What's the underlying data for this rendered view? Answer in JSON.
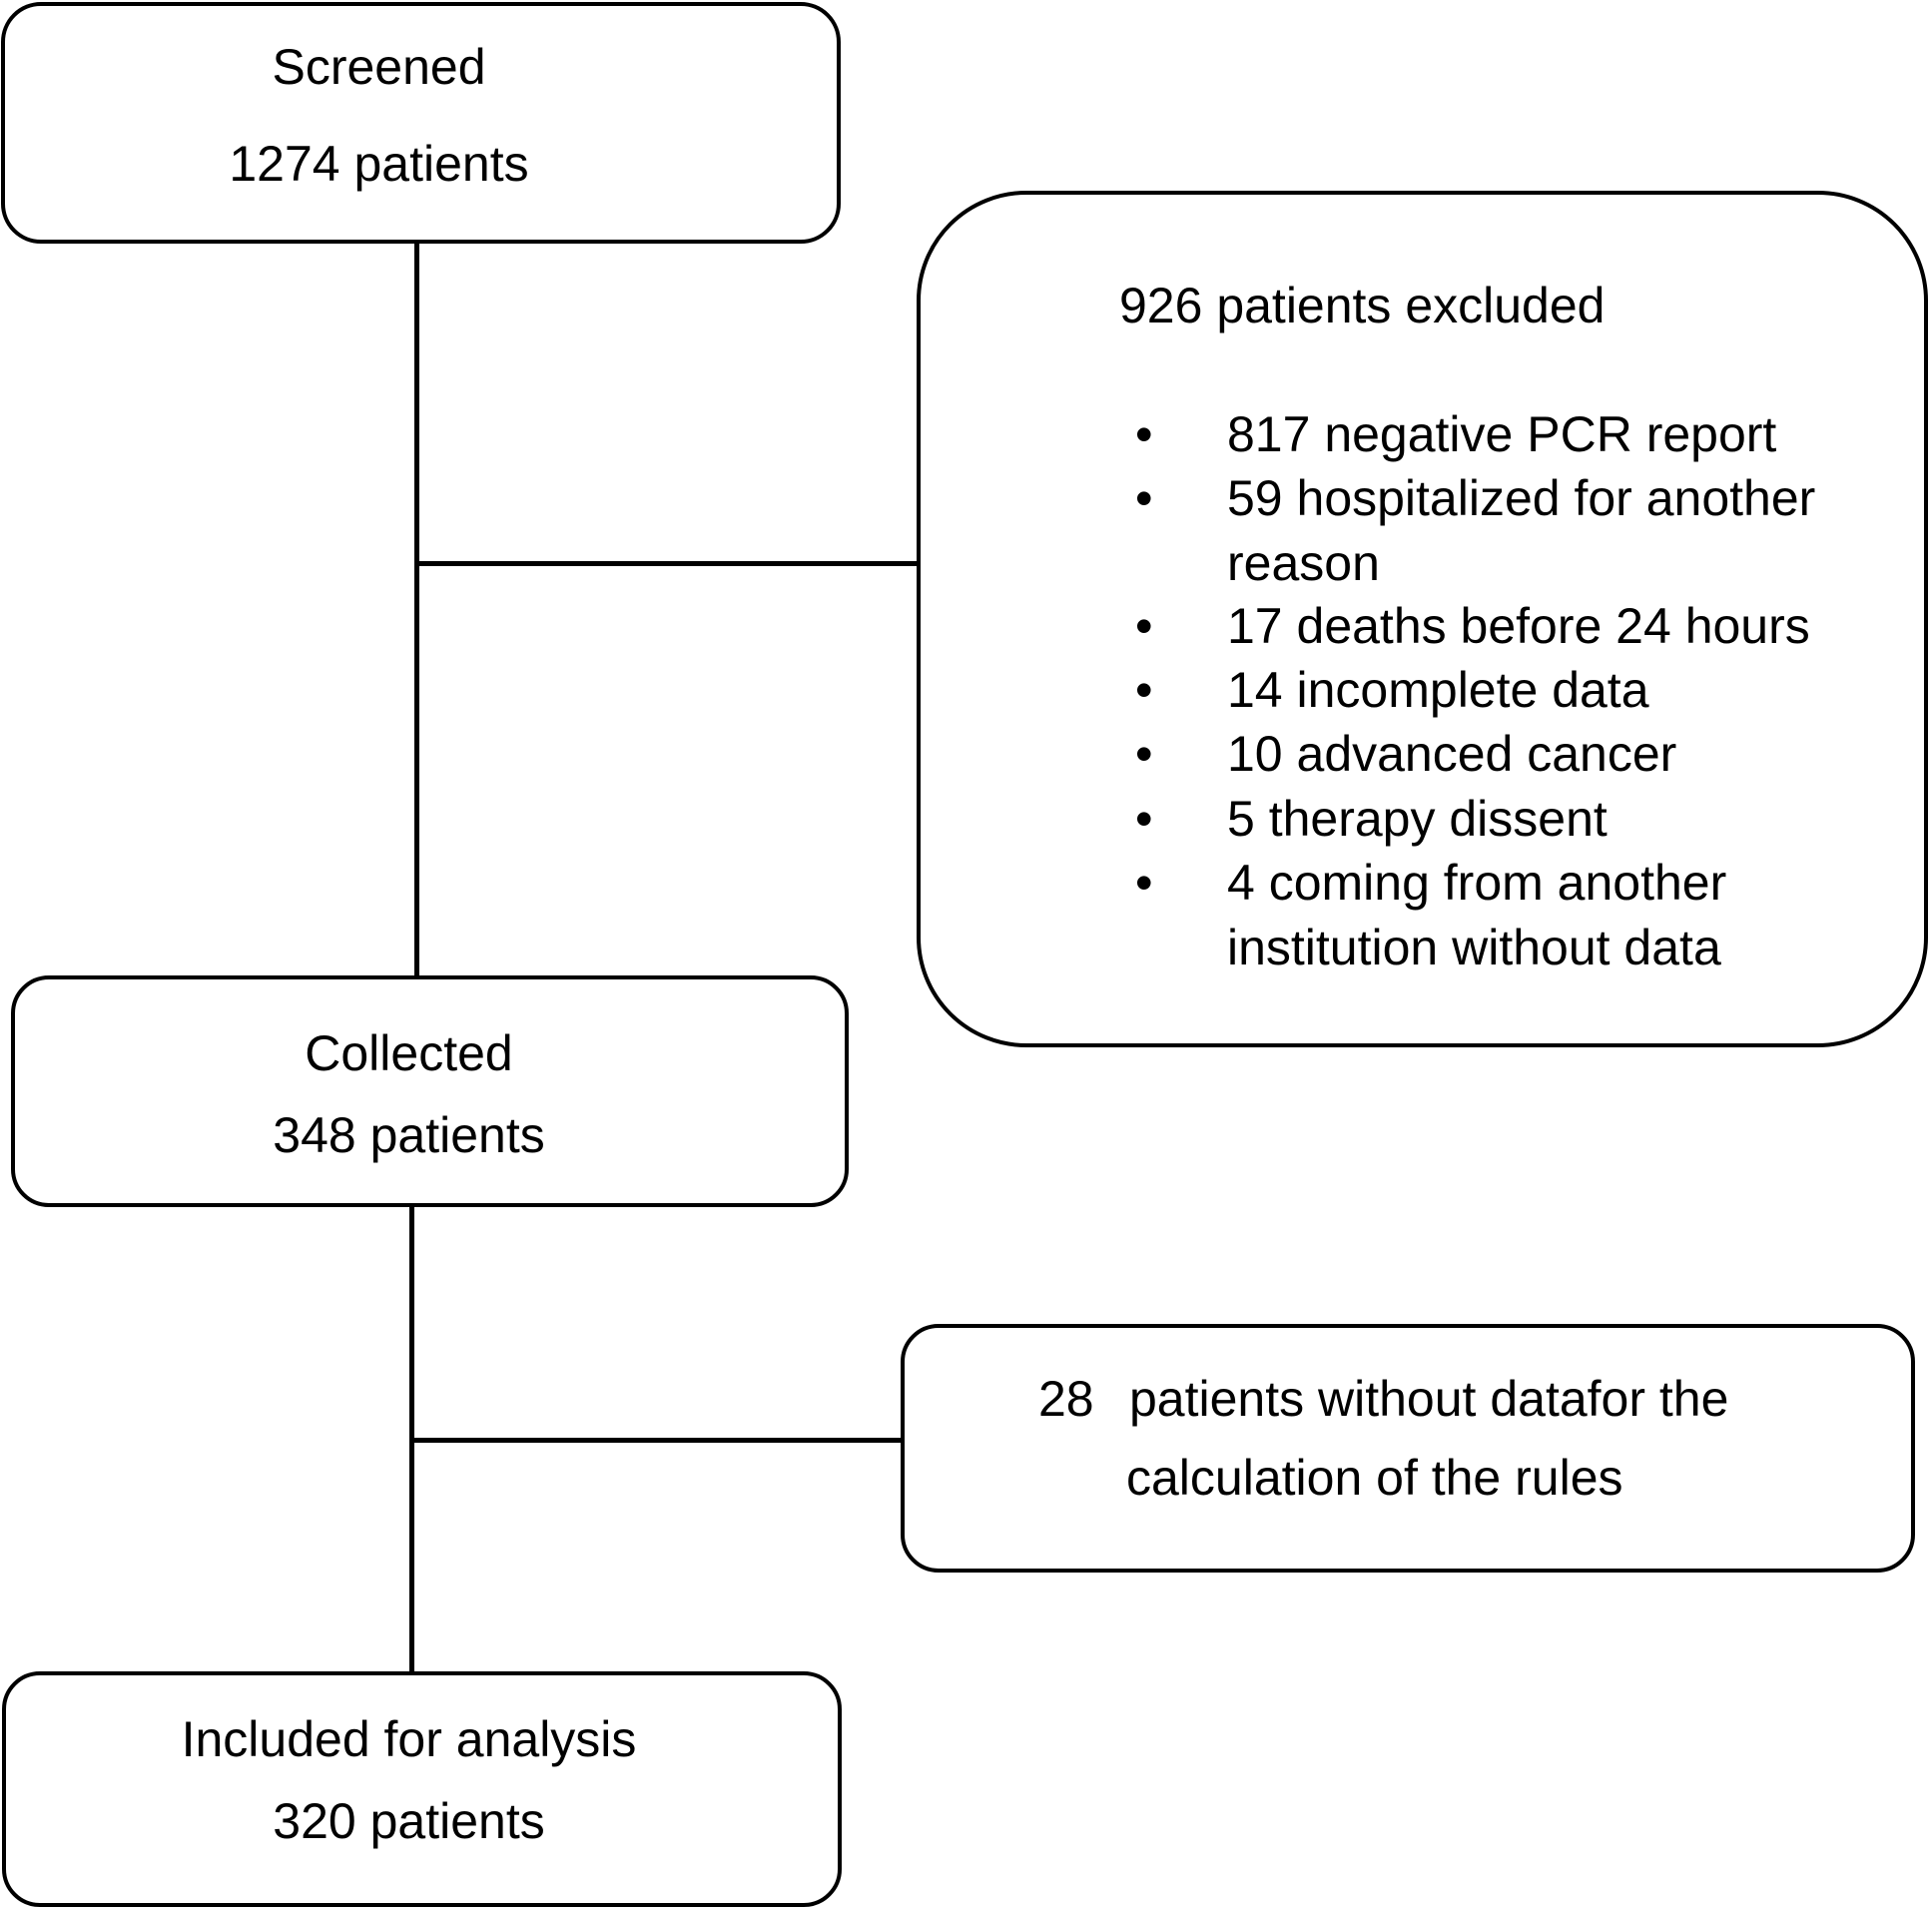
{
  "screened": {
    "title": "Screened",
    "count": "1274 patients"
  },
  "excluded": {
    "title": "926 patients excluded",
    "bullet_symbol": "•",
    "items": [
      {
        "line1": "817 negative PCR report",
        "line2": ""
      },
      {
        "line1": "59 hospitalized for another",
        "line2": "reason"
      },
      {
        "line1": "17 deaths before 24 hours",
        "line2": ""
      },
      {
        "line1": "14 incomplete data",
        "line2": ""
      },
      {
        "line1": "10 advanced cancer",
        "line2": ""
      },
      {
        "line1": "5 therapy dissent",
        "line2": ""
      },
      {
        "line1": "4 coming from another",
        "line2": "institution without data"
      }
    ]
  },
  "collected": {
    "title": "Collected",
    "count": "348 patients"
  },
  "no_data": {
    "number": "28",
    "line1": "patients without datafor the",
    "line2": "calculation of the rules"
  },
  "included": {
    "title": "Included for analysis",
    "count": "320 patients"
  }
}
